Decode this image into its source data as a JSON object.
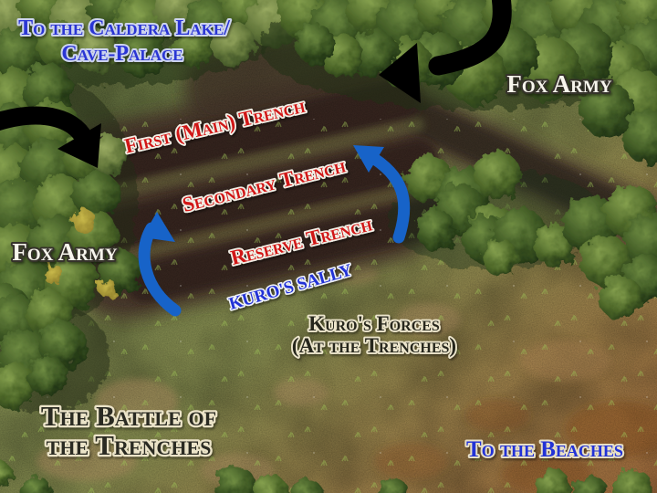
{
  "map": {
    "title": {
      "line1": "The Battle of",
      "line2": "the Trenches"
    },
    "destinations": {
      "caldera_line1": "To the Caldera Lake/",
      "caldera_line2": "Cave-Palace",
      "beaches": "To the Beaches"
    },
    "armies": {
      "fox_army_right": "Fox Army",
      "fox_army_left": "Fox Army",
      "kuro_forces_line1": "Kuro's Forces",
      "kuro_forces_line2": "(At the Trenches)"
    },
    "trenches": {
      "first": "First (Main) Trench",
      "secondary": "Secondary Trench",
      "reserve": "Reserve Trench",
      "sally": "KURO'S SALLY"
    },
    "colors": {
      "destination_blue": "#2a36d4",
      "trench_label_red": "#d11414",
      "sally_label_blue": "#2433d6",
      "army_label_white": "#f7f5ec",
      "title_dark": "#2a2b24",
      "attack_arrow": "#000000",
      "sally_arrow": "#1763c8",
      "trench_soil": "#33261d",
      "grass": "#7e8a4c",
      "beach_dirt": "#a06a3c"
    }
  }
}
